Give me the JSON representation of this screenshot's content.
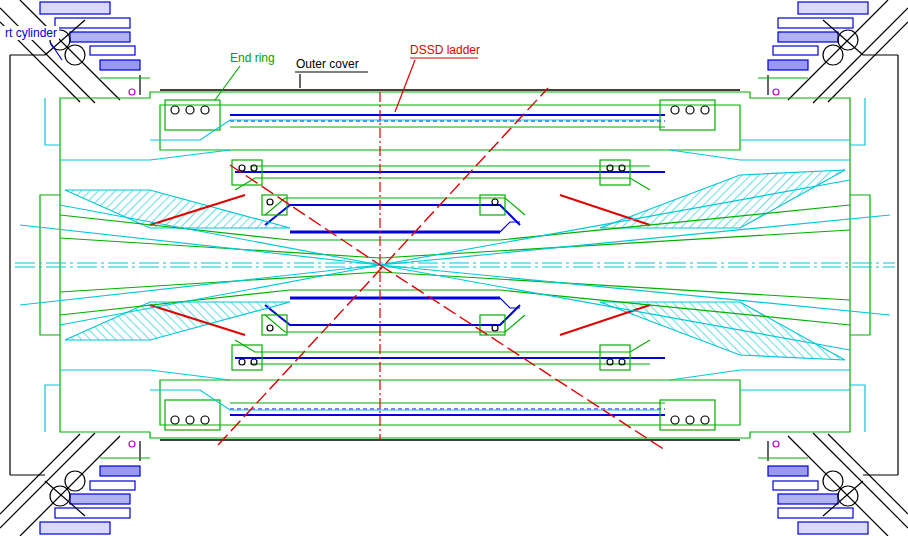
{
  "diagram": {
    "labels": [
      "rt cylinder",
      "End ring",
      "Outer cover",
      "DSSD ladder"
    ]
  }
}
